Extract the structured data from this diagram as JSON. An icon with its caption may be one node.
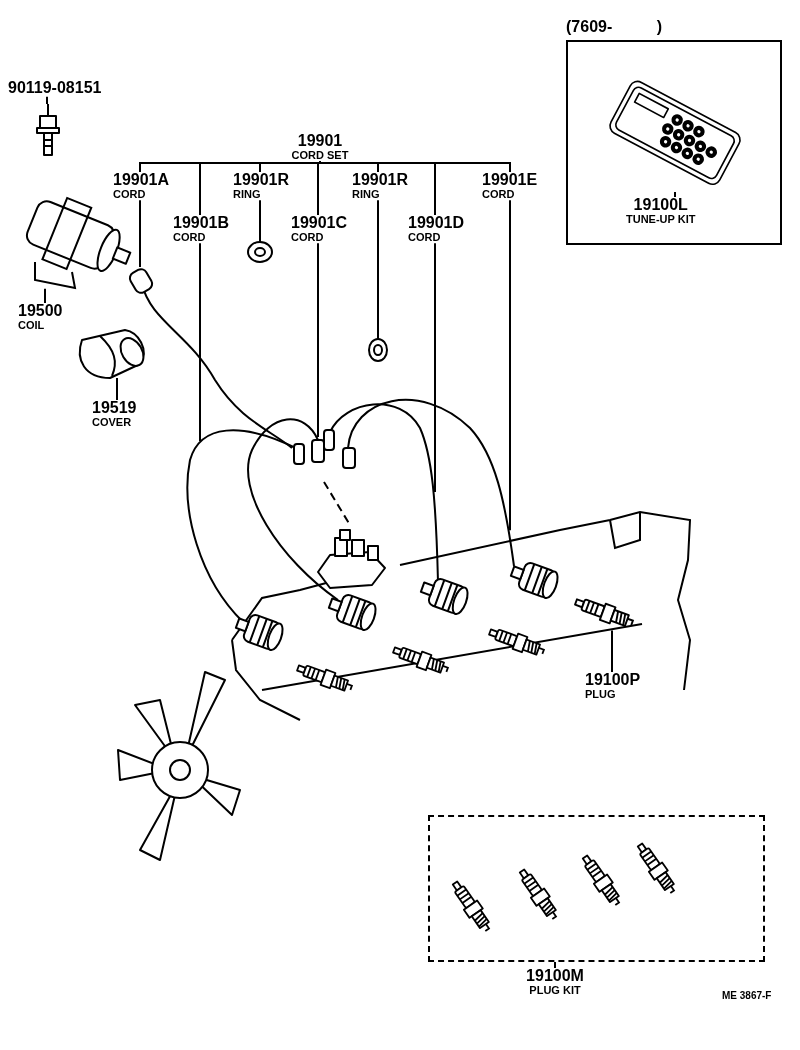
{
  "diagram": {
    "nodes": [
      {
        "text": [
          "90119-08151"
        ]
      },
      {
        "text": [],
        "shape": "picture"
      },
      {
        "text": [
          "19901",
          "CORD SET"
        ]
      },
      {
        "text": [
          "19901A",
          "CORD"
        ]
      },
      {
        "text": [
          "19901B",
          "CORD"
        ]
      },
      {
        "text": [
          "19901R",
          "RING"
        ]
      },
      {
        "text": [
          "19901C",
          "CORD"
        ]
      },
      {
        "text": [
          "19901R",
          "RING"
        ]
      },
      {
        "text": [
          "19901D",
          "CORD"
        ]
      },
      {
        "text": [
          "19901E",
          "CORD"
        ]
      },
      {
        "text": [],
        "shape": "picture"
      },
      {
        "text": [],
        "shape": "picture"
      },
      {
        "text": [],
        "shape": "picture"
      },
      {
        "text": [],
        "shape": "picture"
      },
      {
        "text": [],
        "shape": "picture"
      },
      {
        "text": [],
        "shape": "picture"
      },
      {
        "text": [],
        "shape": "picture"
      },
      {
        "text": [],
        "shape": "picture"
      },
      {
        "text": [
          "19500",
          "COIL"
        ]
      },
      {
        "text": [],
        "shape": "picture"
      },
      {
        "text": [
          "19519",
          "COVER"
        ]
      },
      {
        "text": [
          "(7609- )"
        ]
      },
      {
        "text": [],
        "shape": "picture",
        "in": 21
      },
      {
        "text": [
          "19100L",
          "TUNE-UP KIT"
        ],
        "in": 21
      },
      {
        "text": [],
        "shape": "picture"
      },
      {
        "text": [
          "19100P",
          "PLUG"
        ]
      },
      {
        "text": [],
        "shape": "box"
      },
      {
        "text": [],
        "shape": "picture",
        "in": 26
      },
      {
        "text": [],
        "shape": "picture",
        "in": 26
      },
      {
        "text": [],
        "shape": "picture",
        "in": 26
      },
      {
        "text": [],
        "shape": "picture",
        "in": 26
      },
      {
        "text": [
          "19100M",
          "PLUG KIT"
        ]
      }
    ],
    "edges": [
      {
        "from": 0,
        "to": 1,
        "arrow": "none"
      },
      {
        "from": 2,
        "to": 3,
        "arrow": "none"
      },
      {
        "from": 2,
        "to": 4,
        "arrow": "none"
      },
      {
        "from": 2,
        "to": 5,
        "arrow": "none"
      },
      {
        "from": 2,
        "to": 6,
        "arrow": "none"
      },
      {
        "from": 2,
        "to": 7,
        "arrow": "none"
      },
      {
        "from": 2,
        "to": 8,
        "arrow": "none"
      },
      {
        "from": 2,
        "to": 9,
        "arrow": "none"
      },
      {
        "from": 3,
        "to": 10,
        "arrow": "none"
      },
      {
        "from": 4,
        "to": 11,
        "arrow": "none"
      },
      {
        "from": 5,
        "to": 12,
        "arrow": "none"
      },
      {
        "from": 6,
        "to": 13,
        "arrow": "none"
      },
      {
        "from": 7,
        "to": 14,
        "arrow": "none"
      },
      {
        "from": 8,
        "to": 15,
        "arrow": "none"
      },
      {
        "from": 9,
        "to": 16,
        "arrow": "none"
      },
      {
        "from": 18,
        "to": 17,
        "arrow": "none"
      },
      {
        "from": 20,
        "to": 19,
        "arrow": "none"
      },
      {
        "from": 23,
        "to": 22,
        "arrow": "none"
      },
      {
        "from": 25,
        "to": 24,
        "arrow": "none"
      },
      {
        "from": 31,
        "to": 26,
        "arrow": "none"
      }
    ],
    "labels": [
      "ME 3867-F"
    ]
  }
}
